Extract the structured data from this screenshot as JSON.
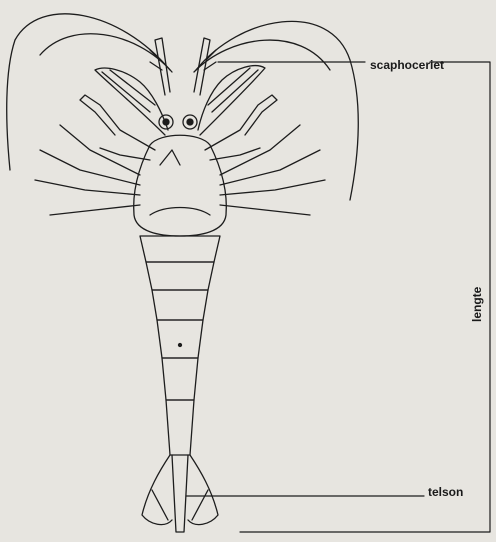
{
  "figure": {
    "labels": {
      "scaphoceriet": "scaphoceriet",
      "telson": "telson",
      "lengte": "lengte"
    },
    "colors": {
      "paper": "#e7e5e0",
      "ink": "#1d1d1d"
    }
  }
}
